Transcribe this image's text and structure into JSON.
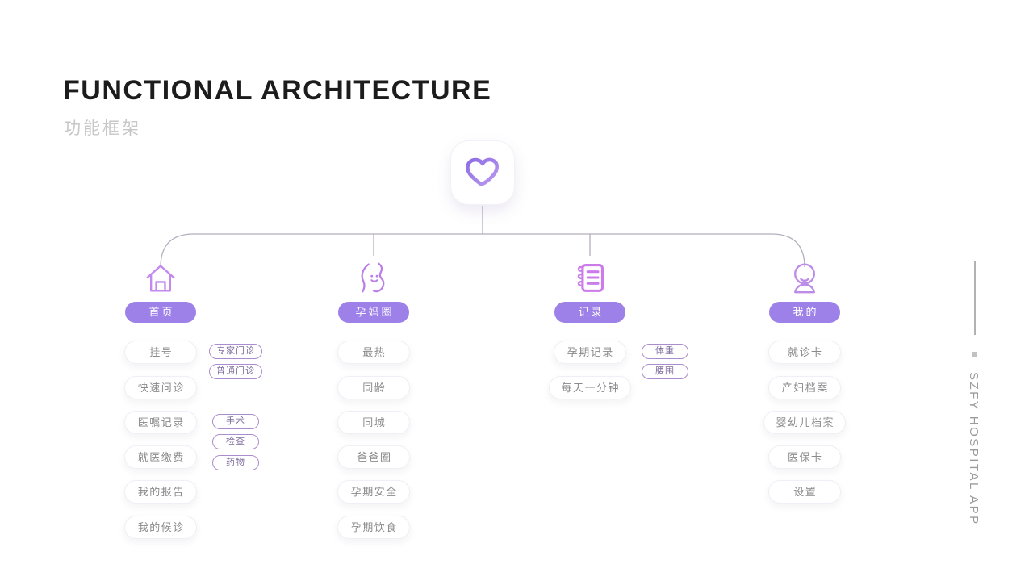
{
  "header": {
    "title": "FUNCTIONAL ARCHITECTURE",
    "subtitle": "功能框架"
  },
  "side_rail": {
    "label": "SZFY HOSPITAL APP"
  },
  "app_icon": "heart-plus-icon",
  "colors": {
    "accent_purple": "#9d80e8",
    "heart_gradient_start": "#8d6ce4",
    "heart_gradient_end": "#bb9af0",
    "home_icon": "#c489ee",
    "mom_icon": "#bb7ee8",
    "notebook_icon": "#cc7cea",
    "person_icon": "#bd8ce8",
    "subpill_border": "#ab8dcd",
    "connector_gray": "#b5aebe"
  },
  "branches": [
    {
      "id": "home",
      "icon": "home-icon",
      "label": "首页",
      "items": [
        {
          "label": "挂号",
          "children": [
            "专家门诊",
            "普通门诊"
          ]
        },
        {
          "label": "快速问诊",
          "children": []
        },
        {
          "label": "医嘱记录",
          "children": [
            "手术",
            "检查",
            "药物"
          ]
        },
        {
          "label": "就医缴费",
          "children": []
        },
        {
          "label": "我的报告",
          "children": []
        },
        {
          "label": "我的候诊",
          "children": []
        }
      ]
    },
    {
      "id": "mom-circle",
      "icon": "pregnant-mom-icon",
      "label": "孕妈圈",
      "items": [
        {
          "label": "最热",
          "children": []
        },
        {
          "label": "同龄",
          "children": []
        },
        {
          "label": "同城",
          "children": []
        },
        {
          "label": "爸爸圈",
          "children": []
        },
        {
          "label": "孕期安全",
          "children": []
        },
        {
          "label": "孕期饮食",
          "children": []
        }
      ]
    },
    {
      "id": "records",
      "icon": "notebook-icon",
      "label": "记录",
      "items": [
        {
          "label": "孕期记录",
          "children": [
            "体重",
            "腰围"
          ]
        },
        {
          "label": "每天一分钟",
          "children": []
        }
      ]
    },
    {
      "id": "mine",
      "icon": "person-icon",
      "label": "我的",
      "items": [
        {
          "label": "就诊卡",
          "children": []
        },
        {
          "label": "产妇档案",
          "children": []
        },
        {
          "label": "婴幼儿档案",
          "children": []
        },
        {
          "label": "医保卡",
          "children": []
        },
        {
          "label": "设置",
          "children": []
        }
      ]
    }
  ]
}
